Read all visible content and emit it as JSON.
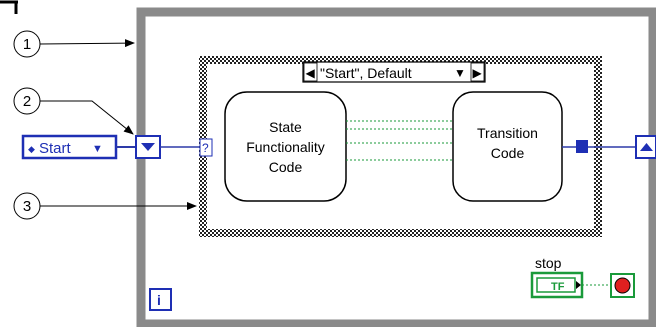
{
  "callouts": [
    {
      "number": "1"
    },
    {
      "number": "2"
    },
    {
      "number": "3"
    }
  ],
  "enum_constant": {
    "value": "Start",
    "increment_glyph": "◆",
    "dropdown_glyph": "▼"
  },
  "case_selector": {
    "label": "\"Start\", Default",
    "prev_glyph": "◀",
    "next_glyph": "▶",
    "dropdown_glyph": "▼"
  },
  "selector_terminal": {
    "label": "?"
  },
  "blocks": {
    "state": {
      "lines": [
        "State",
        "Functionality",
        "Code"
      ]
    },
    "transition": {
      "lines": [
        "Transition",
        "Code"
      ]
    }
  },
  "stop": {
    "label": "stop",
    "tf_label": "TF"
  },
  "iteration_terminal": {
    "label": "i"
  },
  "colors": {
    "enum_blue": "#1e2fb4",
    "wire_blue": "#2d3aa8",
    "loop_gray": "#8a8a8a",
    "bool_green": "#1a9a3a",
    "stop_red": "#e02020"
  }
}
